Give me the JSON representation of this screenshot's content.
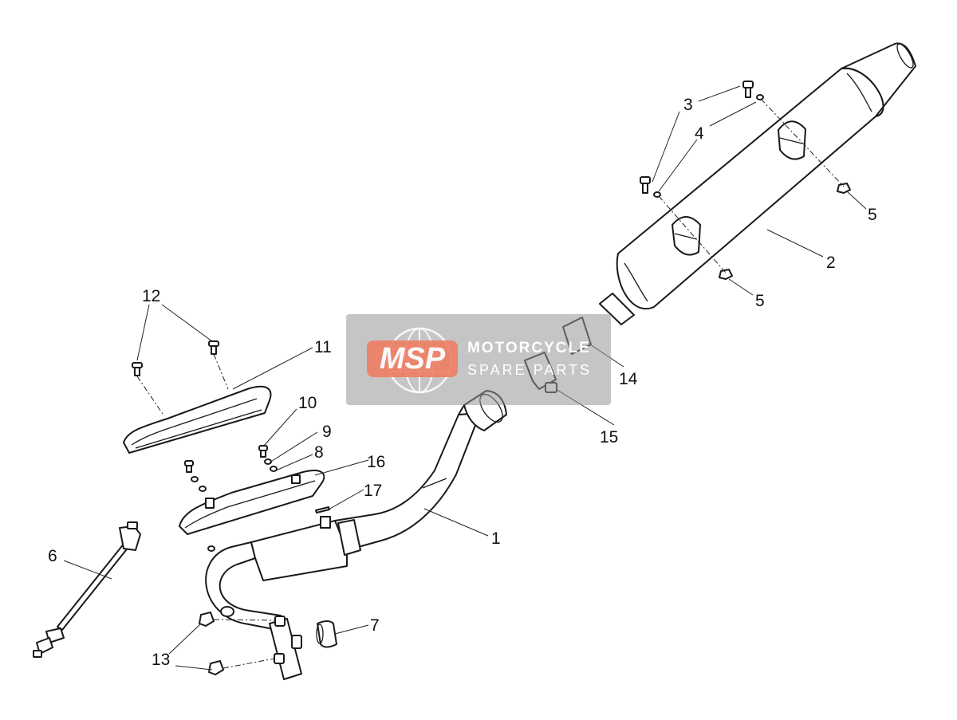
{
  "callouts": {
    "c1": "1",
    "c2": "2",
    "c3": "3",
    "c4": "4",
    "c5a": "5",
    "c5b": "5",
    "c6": "6",
    "c7": "7",
    "c8": "8",
    "c9": "9",
    "c10": "10",
    "c11": "11",
    "c12": "12",
    "c13": "13",
    "c14": "14",
    "c15": "15",
    "c16": "16",
    "c17": "17"
  },
  "watermark": {
    "logo_text": "MSP",
    "line1": "MOTORCYCLE",
    "line2": "SPARE PARTS",
    "logo_color": "#f07e63"
  },
  "colors": {
    "line": "#1a1a1a",
    "background": "#ffffff"
  }
}
